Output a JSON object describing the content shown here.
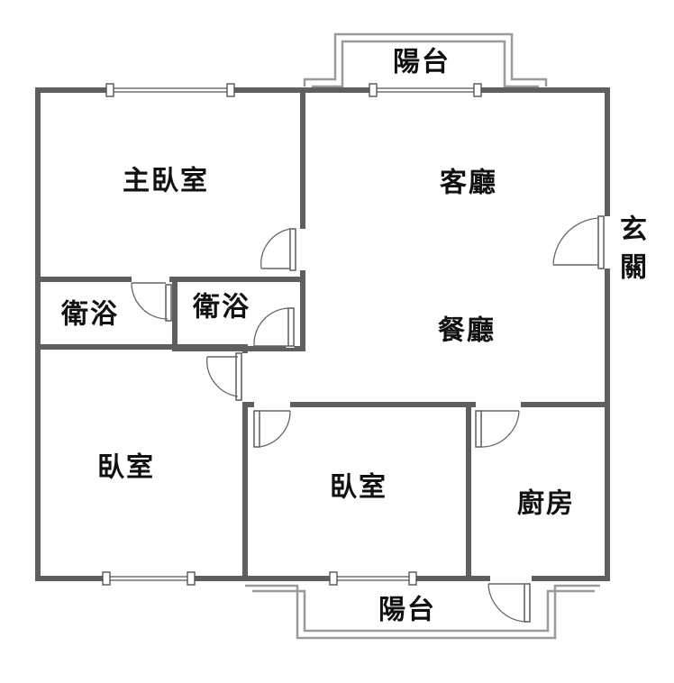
{
  "rooms": {
    "master_bedroom": "主臥室",
    "bath_1": "衛浴",
    "bath_2": "衛浴",
    "living_room": "客廳",
    "dining_room": "餐廳",
    "bedroom_left": "臥室",
    "bedroom_center": "臥室",
    "kitchen": "廚房",
    "balcony_top": "陽台",
    "balcony_bottom": "陽台",
    "entrance_char_1": "玄",
    "entrance_char_2": "關"
  },
  "colors": {
    "wall": "#5f5f5f",
    "balcony": "#9a9a9a",
    "text": "#111111",
    "background": "#ffffff"
  }
}
